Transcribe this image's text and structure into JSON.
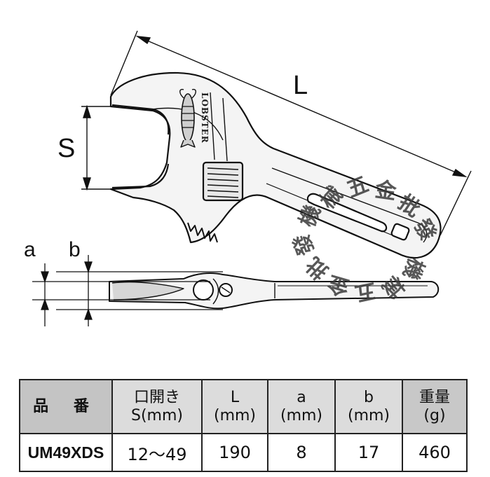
{
  "drawing": {
    "dim_L": "L",
    "dim_S": "S",
    "dim_a": "a",
    "dim_b": "b",
    "brand_text": "LOBSTER",
    "stamp_chars": [
      "機",
      "械",
      "五",
      "金",
      "批",
      "發"
    ]
  },
  "table": {
    "headers": [
      {
        "line1": "品 番",
        "line2": ""
      },
      {
        "line1": "口開き",
        "line2": "S(mm)"
      },
      {
        "line1": "L",
        "line2": "(mm)"
      },
      {
        "line1": "a",
        "line2": "(mm)"
      },
      {
        "line1": "b",
        "line2": "(mm)"
      },
      {
        "line1": "重量",
        "line2": "(g)"
      }
    ],
    "row": {
      "model": "UM49XDS",
      "opening": "12〜49",
      "L": "190",
      "a": "8",
      "b": "17",
      "weight": "460"
    }
  }
}
